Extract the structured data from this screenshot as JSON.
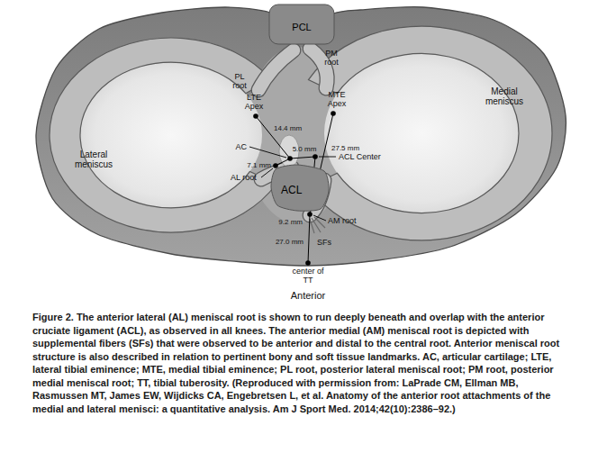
{
  "diagram": {
    "caption": "Figure 2. The anterior lateral (AL) meniscal root is shown to run deeply beneath and overlap with the anterior cruciate ligament (ACL), as observed in all knees. The anterior medial (AM) meniscal root is depicted with supplemental fibers (SFs) that were observed to be anterior and distal to the central root. Anterior meniscal root structure is also described in relation to pertinent bony and soft tissue landmarks. AC, articular cartilage; LTE, lateral tibial eminence; MTE, medial tibial eminence; PL root, posterior lateral meniscal root; PM root, posterior medial meniscal root; TT, tibial tuberosity. (Reproduced with permission from: LaPrade CM, Ellman MB, Rasmussen MT, James EW, Wijdicks CA, Engebretsen L, et al. Anatomy of the anterior root attachments of the medial and lateral menisci: a quantitative analysis. Am J Sport Med. 2014;42(10):2386–92.)",
    "nodes": [
      {
        "text": [
          "PCL"
        ]
      },
      {
        "text": [
          "ACL"
        ]
      }
    ],
    "labels": [
      "PM root",
      "PL root",
      "LTE Apex",
      "MTE Apex",
      "14.4 mm",
      "27.5 mm",
      "Medial meniscus",
      "Lateral meniscus",
      "AC",
      "5.0 mm",
      "7.1 mm",
      "ACL Center",
      "AL root",
      "9.2 mm",
      "AM root",
      "SFs",
      "27.0 mm",
      "center of TT",
      "Anterior"
    ]
  }
}
